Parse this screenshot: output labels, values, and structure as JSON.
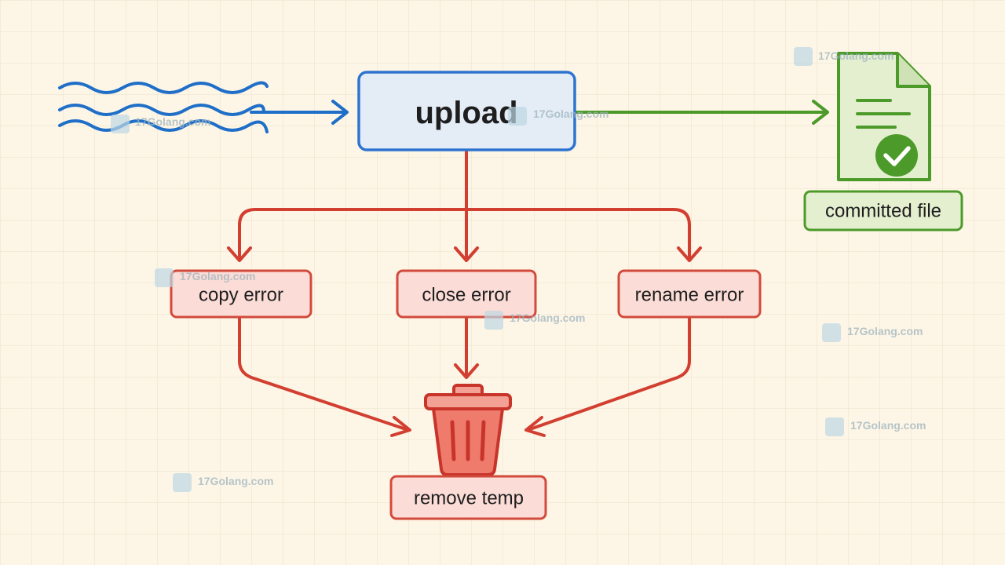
{
  "nodes": {
    "upload": "upload",
    "committed_file": "committed file",
    "copy_error": "copy error",
    "close_error": "close error",
    "rename_error": "rename error",
    "remove_temp": "remove temp"
  },
  "icons": {
    "input_stream": "wave-lines-icon",
    "committed_file": "document-check-icon",
    "remove_temp": "trash-can-icon"
  },
  "watermark": {
    "text": "17Golang.com"
  },
  "colors": {
    "input_stream": "#1f6fc8",
    "success": "#4c9a2a",
    "error": "#d23f31",
    "upload_fill": "#e4ecf6",
    "upload_stroke": "#2d74d1",
    "success_fill": "#e3efcf",
    "error_fill": "#fbdcd6",
    "error_stroke": "#d24a3c"
  }
}
